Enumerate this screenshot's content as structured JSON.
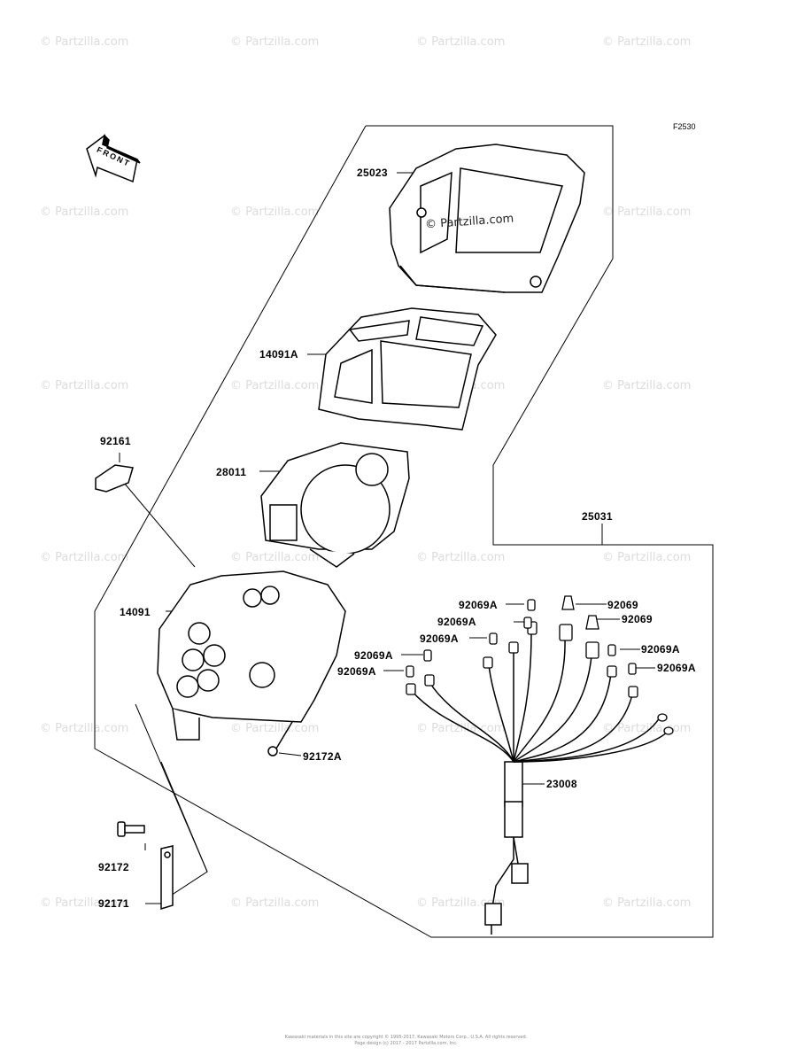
{
  "diagram": {
    "figure_code": "F2530",
    "front_label": "FRONT",
    "center_watermark": "© Partzilla.com",
    "watermark_text": "© Partzilla.com",
    "footer_line1": "Kawasaki materials in this site are copyright © 1995-2017, Kawasaki Motors Corp., U.S.A. All rights reserved.",
    "footer_line2": "Page design (c) 2017 - 2017 Partzilla.com, Inc.",
    "labels": {
      "l25023": "25023",
      "l14091A": "14091A",
      "l92161": "92161",
      "l28011": "28011",
      "l25031": "25031",
      "l14091": "14091",
      "l92069A_1": "92069A",
      "l92069_1": "92069",
      "l92069A_2": "92069A",
      "l92069_2": "92069",
      "l92069A_3": "92069A",
      "l92069A_4": "92069A",
      "l92069A_5": "92069A",
      "l92069A_6": "92069A",
      "l92069A_7": "92069A",
      "l92172A": "92172A",
      "l23008": "23008",
      "l92172": "92172",
      "l92171": "92171"
    }
  }
}
